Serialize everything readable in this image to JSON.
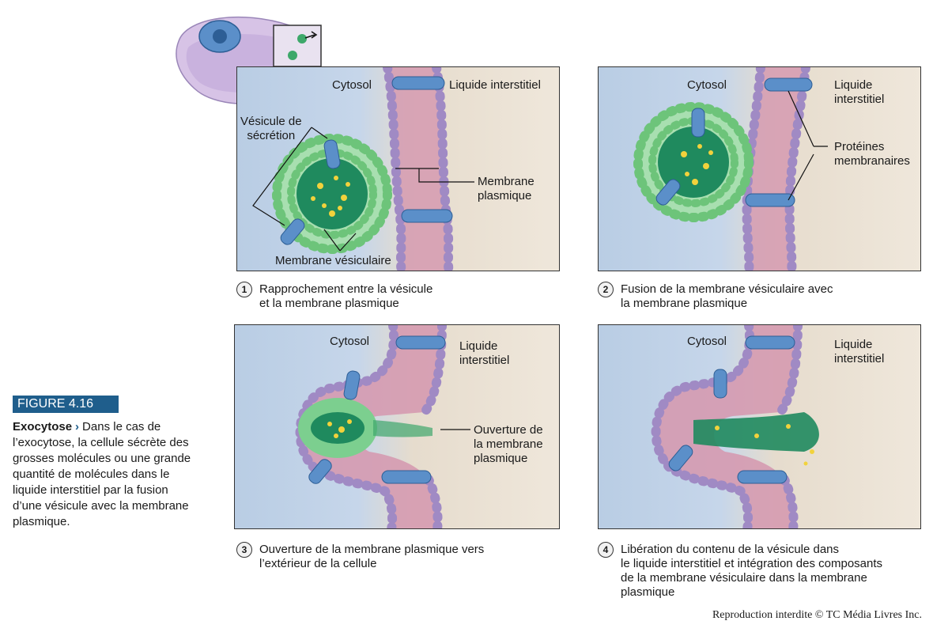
{
  "figure": {
    "tag": "FIGURE 4.16",
    "title": "Exocytose",
    "separator": "›",
    "description": "Dans le cas de l’exocytose, la cellule sécrète des grosses molécules ou une grande quantité de molécules dans le liquide interstitiel par la fusion d’une vésicule avec la membrane plasmique."
  },
  "panels": [
    {
      "number": "1",
      "labels": {
        "cytosol": "Cytosol",
        "interstitial": "Liquide interstitiel",
        "vesicle": "Vésicule de\nsécrétion",
        "plasma_membrane": "Membrane\nplasmique",
        "vesicular_membrane": "Membrane vésiculaire"
      },
      "caption": "Rapprochement entre la vésicule\net la membrane plasmique"
    },
    {
      "number": "2",
      "labels": {
        "cytosol": "Cytosol",
        "interstitial": "Liquide\ninterstitiel",
        "proteins": "Protéines\nmembranaires"
      },
      "caption": "Fusion de la membrane vésiculaire avec\nla membrane plasmique"
    },
    {
      "number": "3",
      "labels": {
        "cytosol": "Cytosol",
        "interstitial": "Liquide\ninterstitiel",
        "opening": "Ouverture de\nla membrane\nplasmique"
      },
      "caption": "Ouverture de la membrane plasmique vers\nl’extérieur de la cellule"
    },
    {
      "number": "4",
      "labels": {
        "cytosol": "Cytosol",
        "interstitial": "Liquide\ninterstitiel"
      },
      "caption": "Libération du contenu de la vésicule dans\nle liquide interstitiel et intégration des composants\nde la membrane vésiculaire dans la membrane\nplasmique"
    }
  ],
  "credit": "Reproduction interdite © TC Média Livres Inc.",
  "colors": {
    "cytosol": "#c6d6ea",
    "interstitial": "#efe7db",
    "membrane": "#a08ac4",
    "vesicle_lipid": "#6dc47a",
    "vesicle_content": "#1f8a5e",
    "cargo": "#f2d23c",
    "protein": "#5b8fc9",
    "figure_tag": "#1f5e8c"
  }
}
